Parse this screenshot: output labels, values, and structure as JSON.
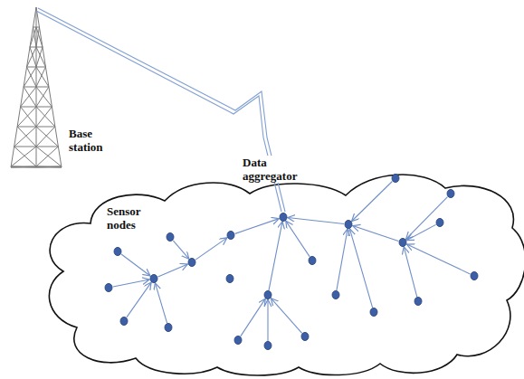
{
  "diagram": {
    "labels": [
      "Base station",
      "Data aggregator",
      "Sensor nodes"
    ]
  }
}
